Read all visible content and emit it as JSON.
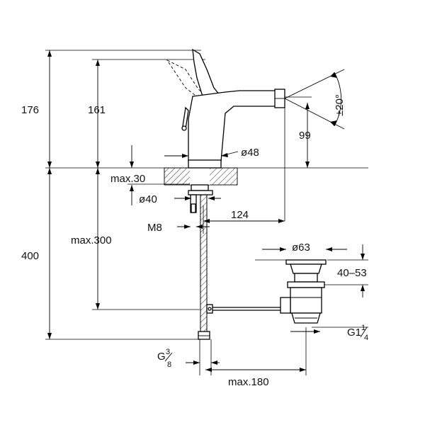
{
  "dimensions": {
    "overall_height": "176",
    "spout_height": "161",
    "base_hole_height": "400",
    "max_300": "max.300",
    "max_30": "max.30",
    "dia_48": "ø48",
    "dia_40": "ø40",
    "reach_124": "124",
    "thread_m8": "M8",
    "jet_height_99": "99",
    "jet_angle": "±20°",
    "dia_63": "ø63",
    "range_40_53": "40–53",
    "thread_g1_main": "G1",
    "thread_g1_frac_top": "1",
    "thread_g1_frac_bot": "4",
    "thread_g_main": "G",
    "thread_g_frac_top": "3",
    "thread_g_frac_bot": "8",
    "max_180": "max.180"
  }
}
